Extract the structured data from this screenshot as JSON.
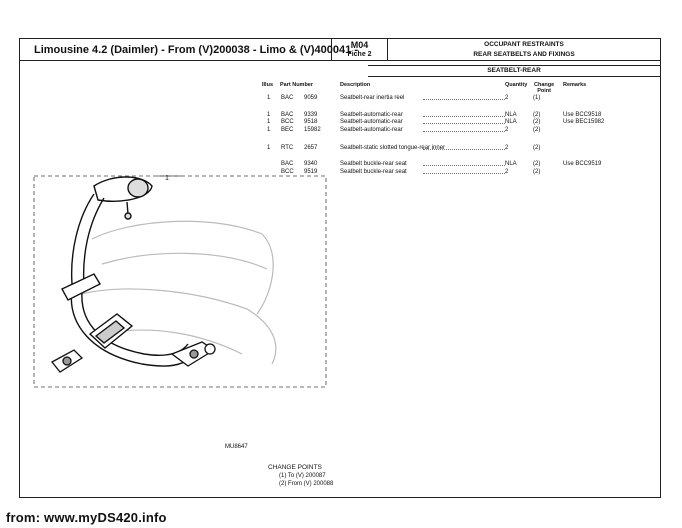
{
  "header": {
    "title": "Limousine 4.2 (Daimler) - From (V)200038 - Limo & (V)400041 -",
    "code": "M04",
    "fiche": "Fiche 2",
    "group": "OCCUPANT RESTRAINTS",
    "subgroup": "REAR SEATBELTS AND FIXINGS",
    "section": "SEATBELT-REAR"
  },
  "columns": {
    "illus": "Illus",
    "part_number": "Part Number",
    "description": "Description",
    "quantity": "Quantity",
    "change": "Change",
    "point": "Point",
    "remarks": "Remarks"
  },
  "parts": [
    {
      "illus": "1",
      "prefix": "BAC",
      "number": "9059",
      "desc": "Seatbelt-rear  inertia reel",
      "qty": "2",
      "cp": "(1)",
      "remarks": ""
    },
    {
      "illus": "1",
      "prefix": "BAC",
      "number": "9339",
      "desc": "Seatbelt-automatic-rear",
      "qty": "NLA",
      "cp": "(2)",
      "remarks": "Use BCC9518"
    },
    {
      "illus": "1",
      "prefix": "BCC",
      "number": "9518",
      "desc": "Seatbelt-automatic-rear",
      "qty": "NLA",
      "cp": "(2)",
      "remarks": "Use BEC15982"
    },
    {
      "illus": "1",
      "prefix": "BEC",
      "number": "15982",
      "desc": "Seatbelt-automatic-rear",
      "qty": "2",
      "cp": "(2)",
      "remarks": ""
    },
    {
      "illus": "1",
      "prefix": "RTC",
      "number": "2657",
      "desc": "Seatbelt-static slotted tongue-rear  inner",
      "qty": "2",
      "cp": "(2)",
      "remarks": ""
    },
    {
      "illus": "",
      "prefix": "BAC",
      "number": "9340",
      "desc": "Seatbelt buckle-rear seat",
      "qty": "NLA",
      "cp": "(2)",
      "remarks": "Use BCC9519"
    },
    {
      "illus": "",
      "prefix": "BCC",
      "number": "9519",
      "desc": "Seatbelt buckle-rear seat",
      "qty": "2",
      "cp": "(2)",
      "remarks": ""
    }
  ],
  "illustration": {
    "callout": "1",
    "ref": "MU8647"
  },
  "change_points": {
    "title": "CHANGE POINTS",
    "items": [
      "(1) To (V) 200087",
      "(2) From (V) 200088"
    ]
  },
  "footer": "from: www.myDS420.info"
}
